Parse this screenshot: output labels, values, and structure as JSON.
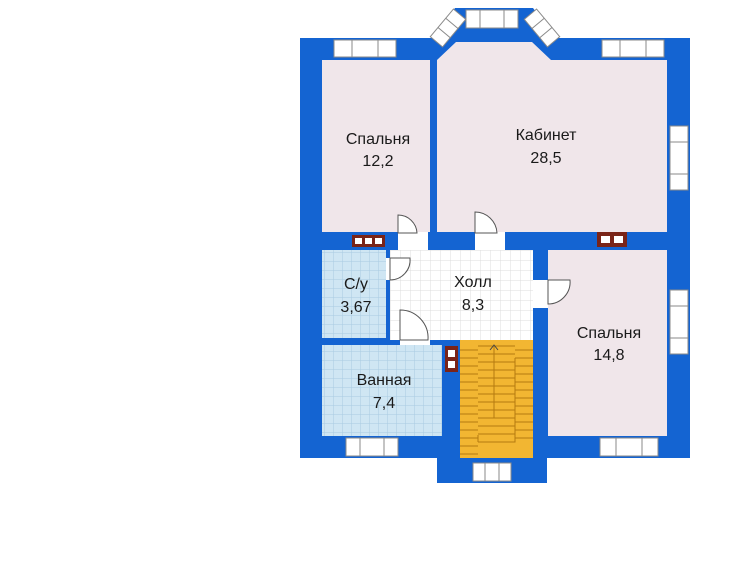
{
  "colors": {
    "wall": "#1464d2",
    "room_pink": "#f0e6ea",
    "tile_blue": "#cfe6f3",
    "tile_grid": "#a9cbe2",
    "tile_white": "#ffffff",
    "tile_white_grid": "#dcdcdc",
    "stair": "#f2b632",
    "stair_line": "#b47a10",
    "chimney": "#7a2418",
    "window": "#ffffff",
    "window_frame": "#8a8a8a",
    "door_arc": "#555555"
  },
  "rooms": [
    {
      "id": "bedroom-left",
      "name": "Спальня",
      "area": "12,2"
    },
    {
      "id": "office",
      "name": "Кабинет",
      "area": "28,5"
    },
    {
      "id": "wc",
      "name": "С/у",
      "area": "3,67"
    },
    {
      "id": "hall",
      "name": "Холл",
      "area": "8,3"
    },
    {
      "id": "bedroom-right",
      "name": "Спальня",
      "area": "14,8"
    },
    {
      "id": "bathroom",
      "name": "Ванная",
      "area": "7,4"
    }
  ]
}
